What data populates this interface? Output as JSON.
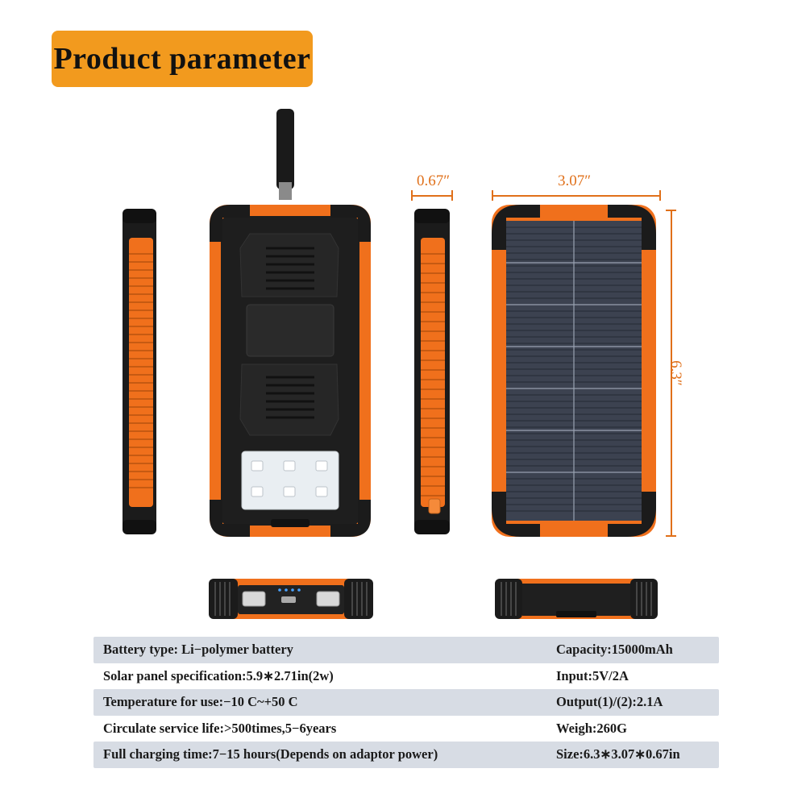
{
  "header": {
    "title": "Product parameter"
  },
  "dimensions": {
    "thickness": "0.67″",
    "width": "3.07″",
    "height": "6.3″"
  },
  "colors": {
    "accent": "#f29a1e",
    "device_orange": "#f0701c",
    "dimension": "#e0701a",
    "row_shade": "#d7dce4"
  },
  "specs": {
    "rows": [
      {
        "left": "Battery type: Li−polymer battery",
        "right": "Capacity:15000mAh"
      },
      {
        "left": "Solar panel specification:5.9∗2.71in(2w)",
        "right": "Input:5V/2A"
      },
      {
        "left": "Temperature for use:−10 C~+50 C",
        "right": "Output(1)/(2):2.1A"
      },
      {
        "left": "Circulate service life:>500times,5−6years",
        "right": "Weigh:260G"
      },
      {
        "left": "Full charging time:7−15 hours(Depends on adaptor power)",
        "right": "Size:6.3∗3.07∗0.67in"
      }
    ]
  }
}
